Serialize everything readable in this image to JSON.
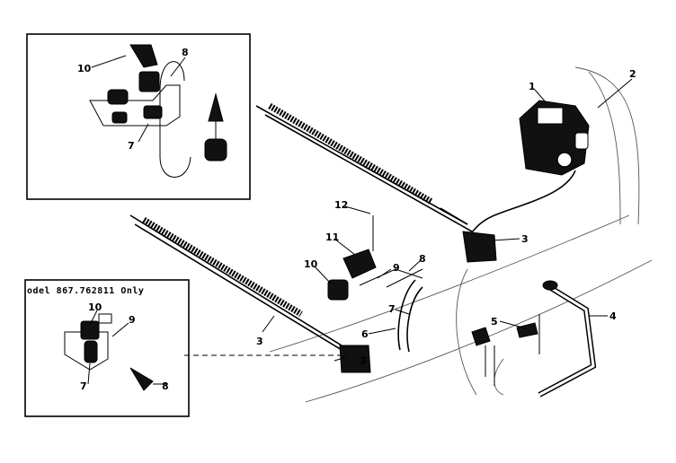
{
  "inset_bottom": {
    "title": "odel 867.762811 Only"
  },
  "callouts": {
    "c1": "1",
    "c2": "2",
    "c3_right": "3",
    "c3_left": "3",
    "c3_bottom": "3",
    "c4": "4",
    "c5": "5",
    "c6": "6",
    "c7_main": "7",
    "c8_main": "8",
    "c9_main": "9",
    "c10_main": "10",
    "c11": "11",
    "c12": "12",
    "i1_10": "10",
    "i1_8": "8",
    "i1_7": "7",
    "i2_10": "10",
    "i2_9": "9",
    "i2_7": "7",
    "i2_8": "8"
  }
}
